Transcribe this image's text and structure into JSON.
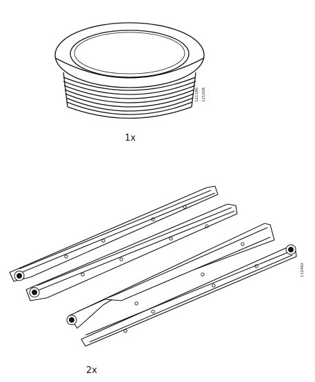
{
  "parts": [
    {
      "quantity": "1x",
      "icon": "grommet-icon",
      "codes": [
        "121186",
        "121208"
      ]
    },
    {
      "quantity": "2x",
      "icon": "drawer-rail-icon",
      "codes": [
        "112482"
      ]
    }
  ]
}
